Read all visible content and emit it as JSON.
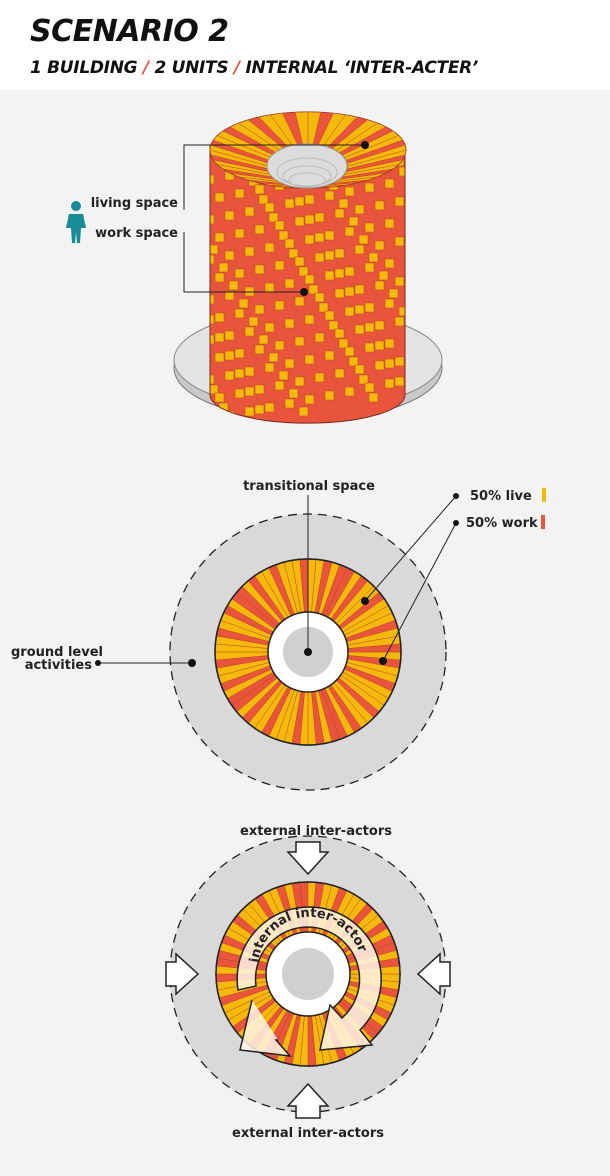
{
  "header": {
    "title": "SCENARIO 2",
    "subtitle_parts": [
      "1 BUILDING ",
      "/",
      " 2 UNITS ",
      "/",
      " INTERNAL ‘INTER-ACTER’"
    ]
  },
  "section1": {
    "label_living": "living space",
    "label_work": "work space",
    "person_icon": "person-icon"
  },
  "section2": {
    "label_transitional": "transitional space",
    "label_live": "50% live",
    "label_work": "50% work",
    "label_ground_1": "ground level",
    "label_ground_2": "activities"
  },
  "section3": {
    "label_external_top": "external inter-actors",
    "label_internal": "internal inter-actors",
    "label_external_bottom": "external inter-actors"
  },
  "colors": {
    "live": "#f5b80c",
    "work": "#e8553c",
    "ground": "#d9d9d9",
    "accent_icon": "#178c96"
  }
}
